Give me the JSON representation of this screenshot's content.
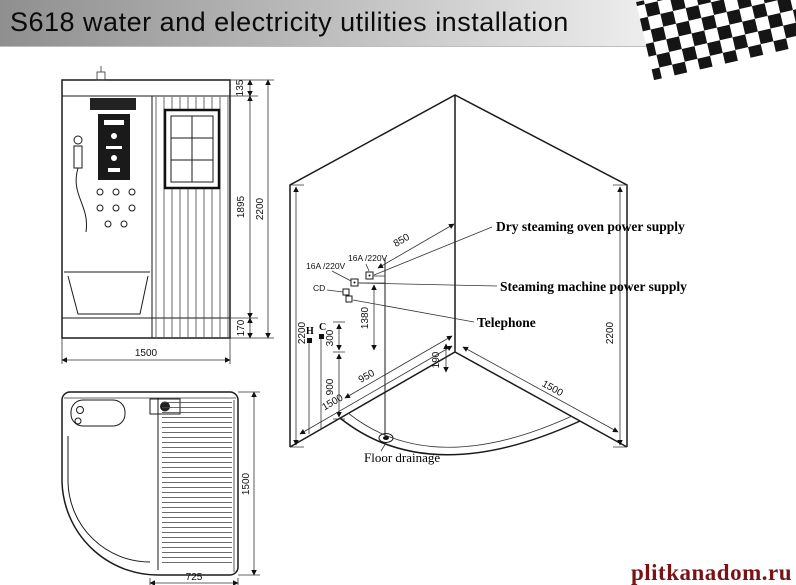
{
  "header": {
    "title": "S618 water and electricity utilities installation"
  },
  "front_view": {
    "dim_top": "135",
    "dim_middle": "1895",
    "dim_total": "2200",
    "dim_bottom": "170",
    "dim_width": "1500"
  },
  "plan_view": {
    "dim_depth": "1500",
    "dim_width_partial": "725"
  },
  "iso": {
    "label_dry": "Dry steaming oven power supply",
    "label_steam": "Steaming machine power supply",
    "label_phone": "Telephone",
    "label_drain": "Floor  drainage",
    "outlet_left": "16A /220V",
    "outlet_right": "16A /220V",
    "cd": "CD",
    "hot": "H",
    "cold": "C",
    "dim_wall_left": "2200",
    "dim_wall_right": "2200",
    "dim_850": "850",
    "dim_1380": "1380",
    "dim_300": "300",
    "dim_900": "900",
    "dim_floor_1500": "1500",
    "dim_floor_950": "950",
    "dim_floor_190": "190",
    "dim_right_1500": "1500"
  },
  "watermark": {
    "text": "plitkanadom.ru"
  }
}
